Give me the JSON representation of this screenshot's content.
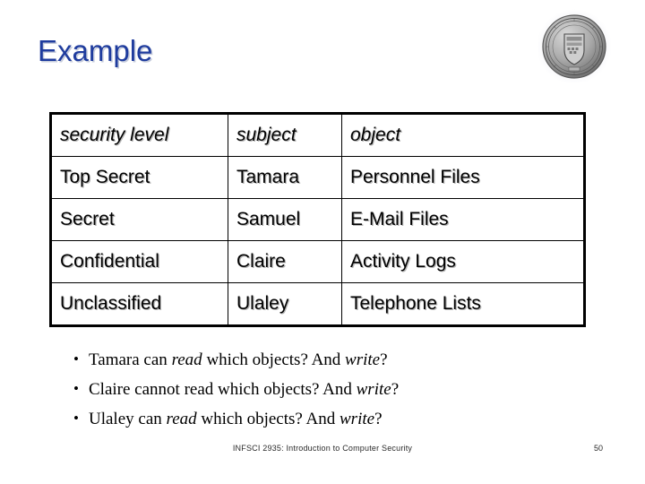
{
  "slide": {
    "title": "Example",
    "title_color": "#1f3c9e",
    "background_color": "#ffffff"
  },
  "logo": {
    "name": "university-seal",
    "description": "circular grayscale university seal with shield crest"
  },
  "table": {
    "columns": [
      "security level",
      "subject",
      "object"
    ],
    "rows": [
      {
        "level": "Top Secret",
        "subject": "Tamara",
        "object": "Personnel Files"
      },
      {
        "level": "Secret",
        "subject": "Samuel",
        "object": "E-Mail Files"
      },
      {
        "level": "Confidential",
        "subject": "Claire",
        "object": "Activity Logs"
      },
      {
        "level": "Unclassified",
        "subject": "Ulaley",
        "object": "Telephone Lists"
      }
    ]
  },
  "bullets": [
    {
      "parts": [
        {
          "text": "Tamara can ",
          "italic": false
        },
        {
          "text": "read",
          "italic": true
        },
        {
          "text": " which objects? And ",
          "italic": false
        },
        {
          "text": "write",
          "italic": true
        },
        {
          "text": "?",
          "italic": false
        }
      ],
      "plain": "Tamara can read which objects? And write?"
    },
    {
      "parts": [
        {
          "text": "Claire cannot read which objects? And ",
          "italic": false
        },
        {
          "text": "write",
          "italic": true
        },
        {
          "text": "?",
          "italic": false
        }
      ],
      "plain": "Claire cannot read which objects? And write?"
    },
    {
      "parts": [
        {
          "text": "Ulaley can ",
          "italic": false
        },
        {
          "text": "read",
          "italic": true
        },
        {
          "text": " which objects? And ",
          "italic": false
        },
        {
          "text": "write",
          "italic": true
        },
        {
          "text": "?",
          "italic": false
        }
      ],
      "plain": "Ulaley can read which objects? And write?"
    }
  ],
  "footer": {
    "course": "INFSCI 2935: Introduction to Computer Security",
    "page_number": "50"
  }
}
